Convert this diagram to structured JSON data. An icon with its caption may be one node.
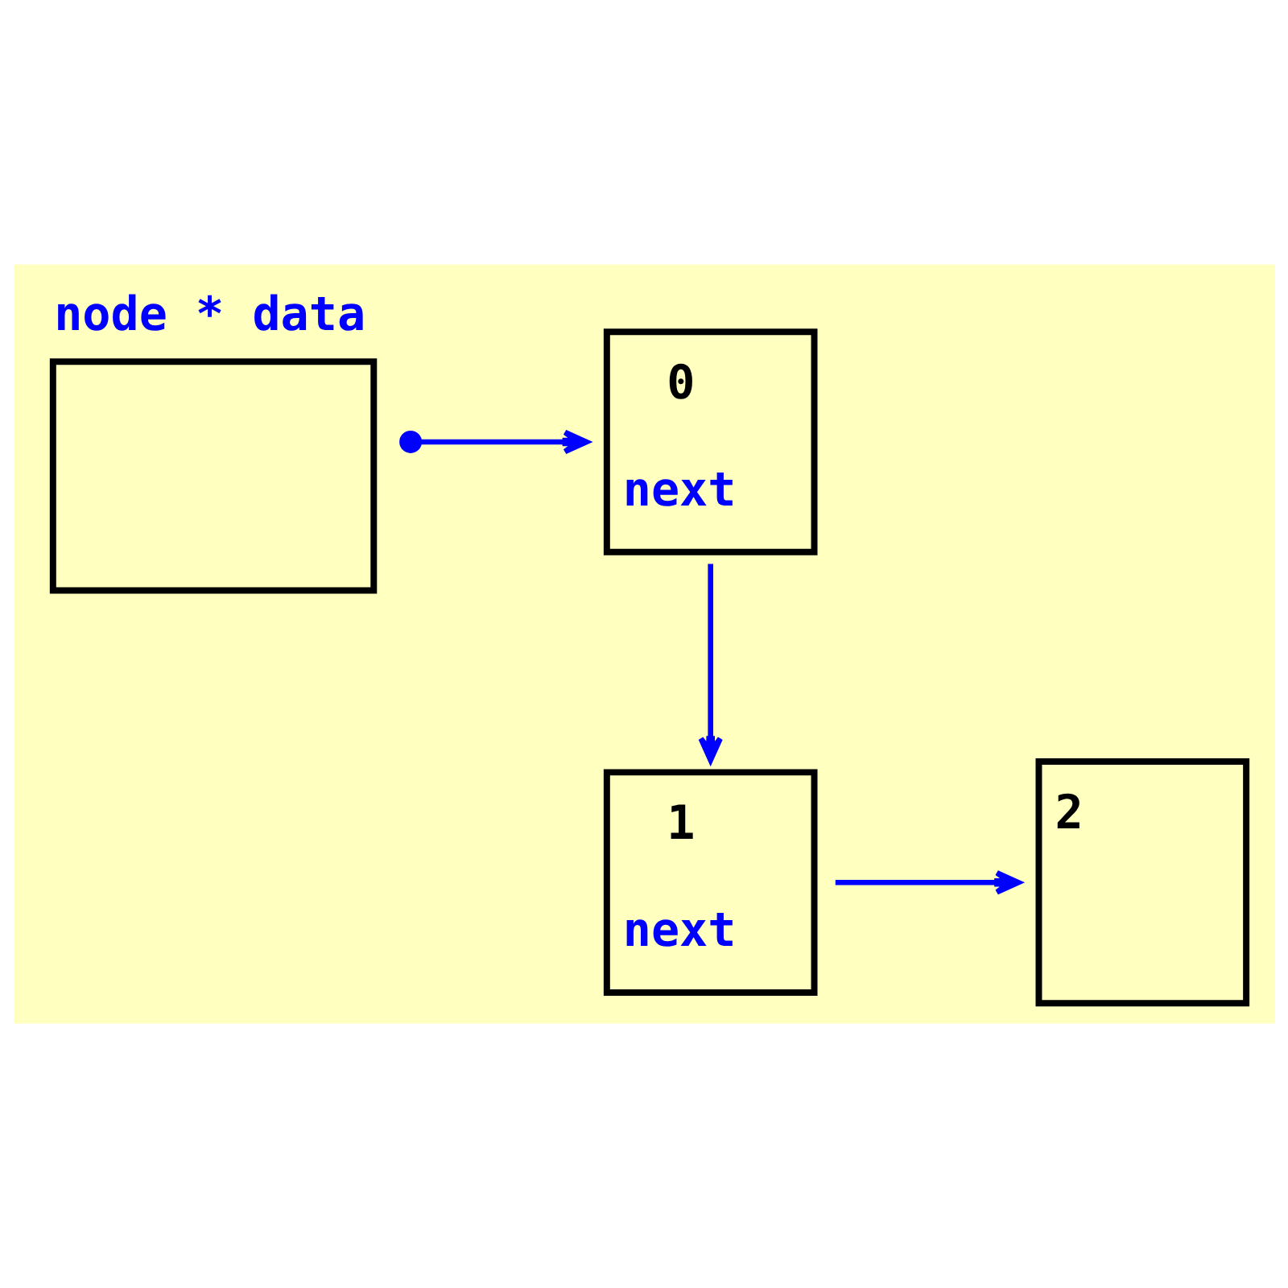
{
  "diagram": {
    "nodes": [
      {
        "text": [
          "node * data"
        ]
      },
      {
        "text": [
          "0",
          "next"
        ]
      },
      {
        "text": [
          "1",
          "next"
        ]
      },
      {
        "text": [
          "2"
        ]
      }
    ],
    "edges": [
      {
        "from": 0,
        "to": 1,
        "arrow": "to"
      },
      {
        "from": 1,
        "to": 2,
        "arrow": "to"
      },
      {
        "from": 2,
        "to": 3,
        "arrow": "to"
      }
    ]
  }
}
